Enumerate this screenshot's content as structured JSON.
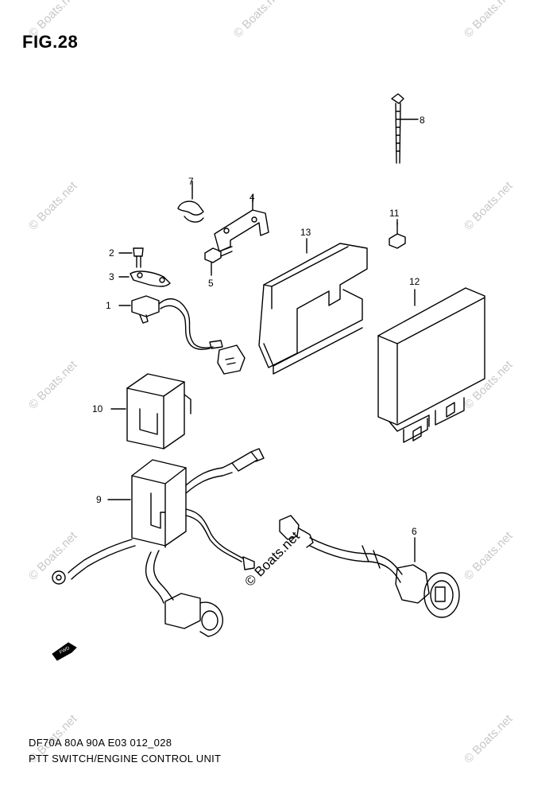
{
  "figure": {
    "title": "FIG.28"
  },
  "footer": {
    "model_code": "DF70A 80A 90A E03 012_028",
    "description": "PTT SWITCH/ENGINE CONTROL UNIT"
  },
  "watermark": {
    "text": "© Boats.net"
  },
  "parts": [
    {
      "number": "1",
      "name": "ptt-switch"
    },
    {
      "number": "2",
      "name": "screw"
    },
    {
      "number": "3",
      "name": "plate"
    },
    {
      "number": "4",
      "name": "bracket"
    },
    {
      "number": "5",
      "name": "bolt"
    },
    {
      "number": "6",
      "name": "switch-assembly"
    },
    {
      "number": "7",
      "name": "clamp"
    },
    {
      "number": "8",
      "name": "cable-tie"
    },
    {
      "number": "9",
      "name": "harness-unit"
    },
    {
      "number": "10",
      "name": "relay-cover"
    },
    {
      "number": "11",
      "name": "bolt"
    },
    {
      "number": "12",
      "name": "engine-control-unit"
    },
    {
      "number": "13",
      "name": "ecu-cover"
    }
  ],
  "icons": {
    "forward_arrow": "fwd-arrow-icon"
  },
  "colors": {
    "line": "#000000",
    "watermark": "#c8c8c8",
    "background": "#ffffff"
  }
}
